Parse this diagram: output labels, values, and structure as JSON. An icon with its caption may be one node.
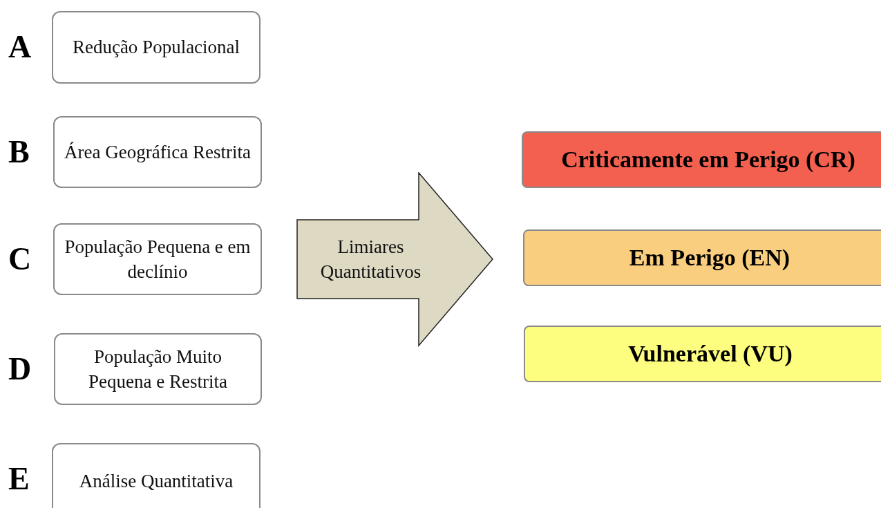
{
  "diagram": {
    "nodes": [
      {
        "text": [
          "Redução Populacional"
        ],
        "beside": [
          "A"
        ]
      },
      {
        "text": [
          "Área Geográfica Restrita"
        ],
        "beside": [
          "B"
        ]
      },
      {
        "text": [
          "População Pequena e em declínio"
        ],
        "beside": [
          "C"
        ]
      },
      {
        "text": [
          "População Muito Pequena e Restrita"
        ],
        "beside": [
          "D"
        ]
      },
      {
        "text": [
          "Análise Quantitativa"
        ],
        "beside": [
          "E"
        ]
      },
      {
        "text": [
          "Limiares Quantitativos"
        ]
      },
      {
        "text": [
          "Criticamente em Perigo (CR)"
        ]
      },
      {
        "text": [
          "Em Perigo (EN)"
        ]
      },
      {
        "text": [
          "Vulnerável (VU)"
        ]
      }
    ]
  }
}
